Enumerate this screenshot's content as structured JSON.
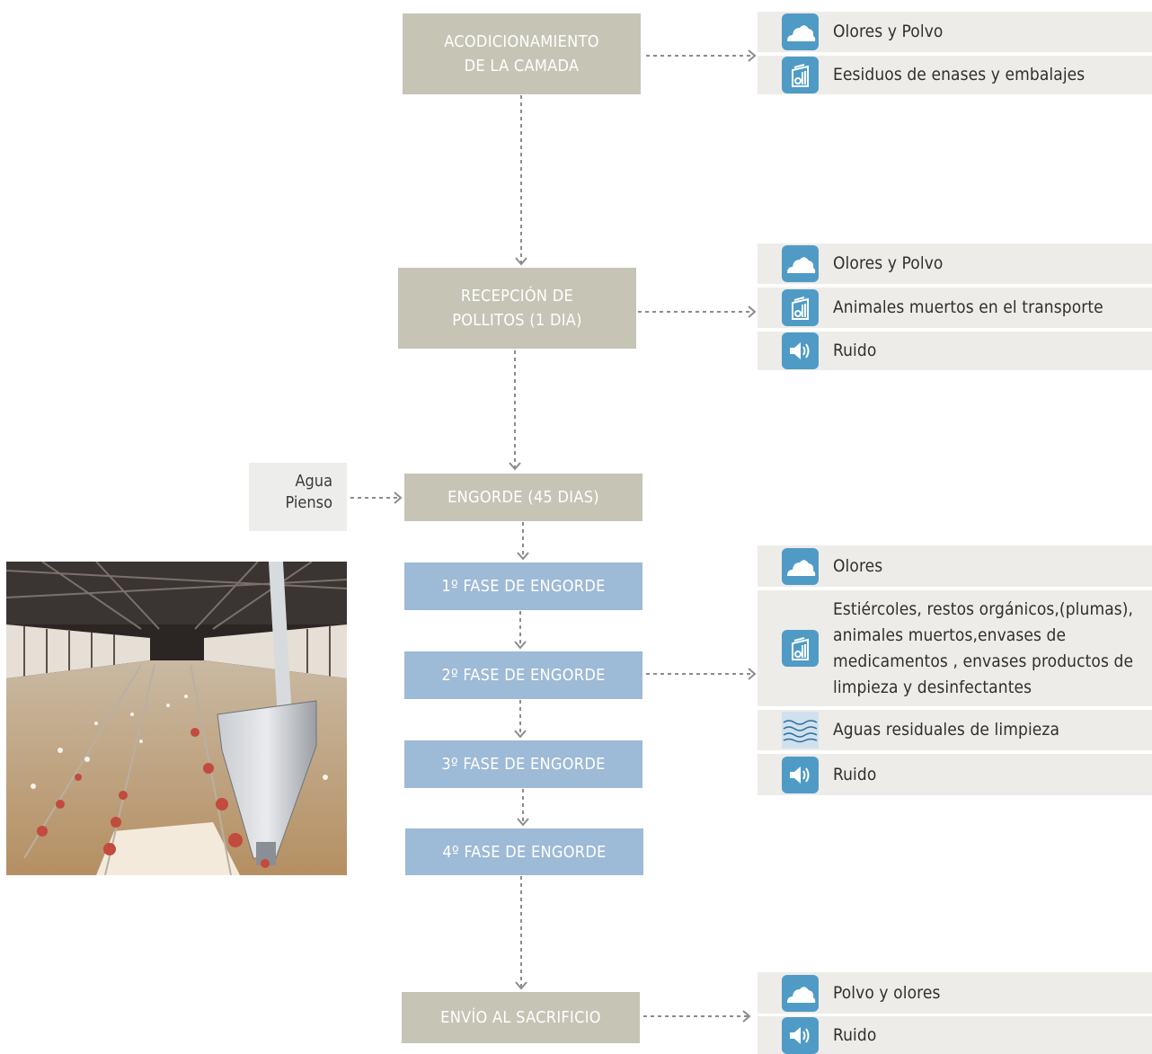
{
  "steps": {
    "acondicionamiento": "ACODICIONAMIENTO\nDE LA CAMADA",
    "recepcion": "RECEPCIÓN DE\nPOLLITOS (1 DIA)",
    "engorde": "ENGORDE (45 DIAS)",
    "fase1": "1º FASE DE ENGORDE",
    "fase2": "2º FASE DE ENGORDE",
    "fase3": "3º FASE DE ENGORDE",
    "fase4": "4º FASE DE ENGORDE",
    "envio": "ENVÍO AL SACRIFICIO"
  },
  "inputs": {
    "engorde": "Agua\nPienso"
  },
  "outputs": {
    "acondicionamiento": [
      {
        "icon": "cloud-icon",
        "text": "Olores y Polvo"
      },
      {
        "icon": "waste-container-icon",
        "text": "Eesiduos de enases y embalajes"
      }
    ],
    "recepcion": [
      {
        "icon": "cloud-icon",
        "text": "Olores y Polvo"
      },
      {
        "icon": "waste-container-icon",
        "text": "Animales muertos en el transporte"
      },
      {
        "icon": "speaker-icon",
        "text": "Ruido"
      }
    ],
    "engorde": [
      {
        "icon": "cloud-icon",
        "text": "Olores"
      },
      {
        "icon": "waste-container-icon",
        "text": "Estiércoles, restos orgánicos,(plumas), animales muertos,envases de medicamentos , envases productos de limpieza y desinfectantes"
      },
      {
        "icon": "water-icon",
        "text": "Aguas residuales de limpieza"
      },
      {
        "icon": "speaker-icon",
        "text": "Ruido"
      }
    ],
    "envio": [
      {
        "icon": "cloud-icon",
        "text": "Polvo y olores"
      },
      {
        "icon": "speaker-icon",
        "text": "Ruido"
      }
    ]
  },
  "colors": {
    "main_step": "#c6c4b5",
    "sub_step": "#9dbad6",
    "icon_bg": "#4f9bc6",
    "row_bg": "#edece8",
    "arrow": "#8c8c8c"
  }
}
